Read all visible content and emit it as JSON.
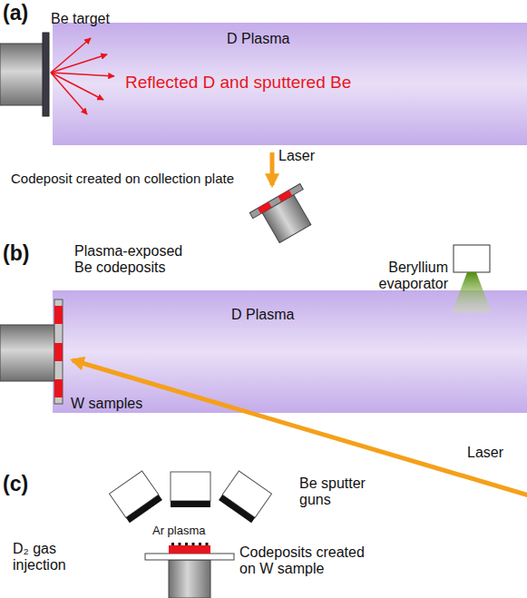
{
  "diagram": {
    "nodes": [
      {
        "text": [
          "D Plasma"
        ]
      },
      {
        "text": [
          "D Plasma"
        ]
      }
    ],
    "labels": [
      "(a)",
      "Be target",
      "Reflected D and sputtered Be",
      "Laser",
      "Codeposit created on collection plate",
      "(b)",
      "Plasma-exposed Be codeposits",
      "Beryllium evaporator",
      "W samples",
      "Laser",
      "(c)",
      "Be sputter guns",
      "Ar plasma",
      "D₂ gas injection",
      "Codeposits created on W sample"
    ]
  }
}
